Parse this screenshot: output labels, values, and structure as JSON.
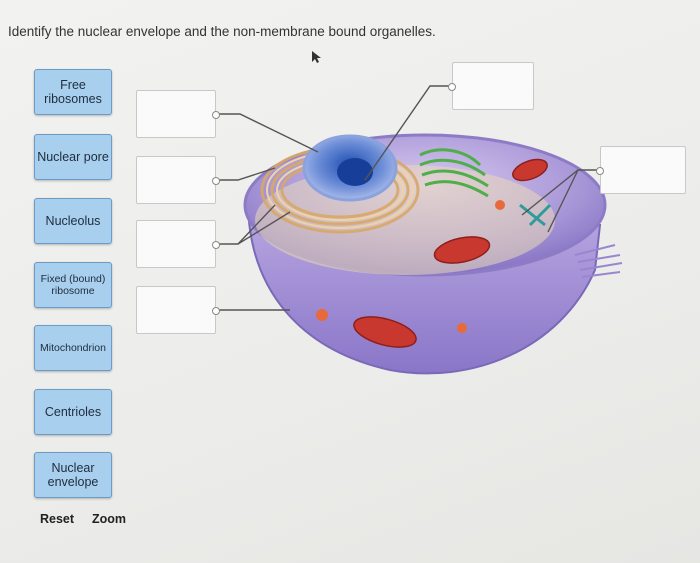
{
  "question": "Identify the nuclear envelope and the non-membrane bound organelles.",
  "labels": [
    "Free ribosomes",
    "Nuclear pore",
    "Nucleolus",
    "Fixed (bound) ribosome",
    "Mitochondrion",
    "Centrioles",
    "Nuclear envelope"
  ],
  "footer": {
    "reset": "Reset",
    "zoom": "Zoom"
  },
  "colors": {
    "label_bg": "#a9cfee",
    "label_border": "#6c9cc6"
  }
}
